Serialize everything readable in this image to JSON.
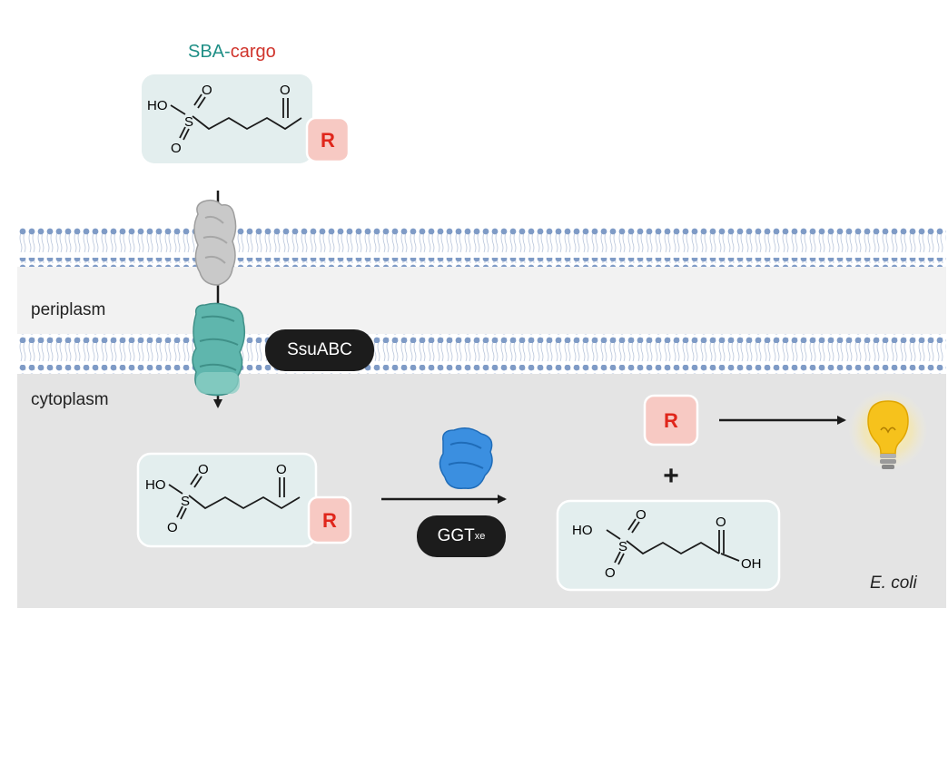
{
  "title": {
    "part1": "SBA",
    "separator": "-",
    "part2": "cargo"
  },
  "compartments": {
    "periplasm": "periplasm",
    "cytoplasm": "cytoplasm"
  },
  "transporter": {
    "label": "SsuABC"
  },
  "enzyme": {
    "label": "GGT",
    "subscript": "xe"
  },
  "organism": "E. coli",
  "cargo_symbol": "R",
  "plus_sign": "+",
  "chem_labels": {
    "hydroxyl_left": "HO",
    "sulfur": "S",
    "oxygen": "O",
    "acid_oh": "OH"
  },
  "colors": {
    "sba_teal": "#1f8f86",
    "cargo_red": "#d0342c",
    "molecule_box": "#e3eeee",
    "r_box": "#f7c9c3",
    "r_text": "#e0261b",
    "membrane_head": "#7f9bc6",
    "periplasm_bg": "#f2f2f2",
    "cytoplasm_bg": "#e4e4e4",
    "pill_bg": "#1c1c1c",
    "bulb_yellow": "#f6c21c"
  }
}
